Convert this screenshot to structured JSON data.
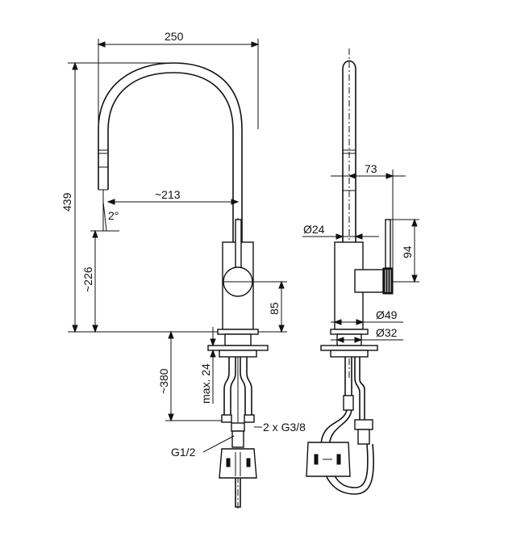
{
  "dimensions": {
    "width_total": "250",
    "height_total": "439",
    "reach": "~213",
    "angle": "2°",
    "spout_height": "~226",
    "handle_height": "85",
    "under_counter": "~380",
    "max_thickness": "max. 24",
    "supply": "2 x G3/8",
    "inlet": "G1/2",
    "handle_offset": "73",
    "handle_len": "94",
    "dia_spout": "Ø24",
    "dia_body": "Ø49",
    "dia_base": "Ø32"
  }
}
